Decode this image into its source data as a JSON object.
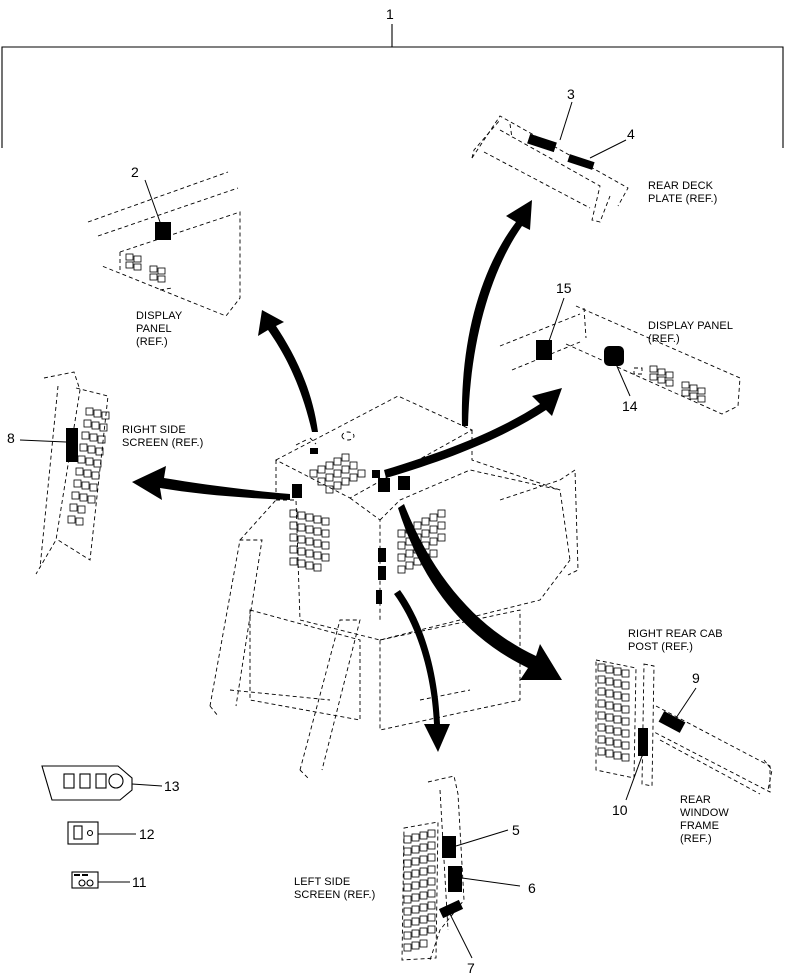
{
  "callouts": [
    "1",
    "2",
    "3",
    "4",
    "5",
    "6",
    "7",
    "8",
    "9",
    "10",
    "11",
    "12",
    "13",
    "14",
    "15"
  ],
  "labels": {
    "display_panel_left": [
      "DISPLAY",
      "PANEL",
      "(REF.)"
    ],
    "rear_deck_plate": [
      "REAR DECK",
      "PLATE (REF.)"
    ],
    "display_panel_right": [
      "DISPLAY PANEL",
      "(REF.)"
    ],
    "right_side_screen": [
      "RIGHT SIDE",
      "SCREEN (REF.)"
    ],
    "right_rear_cab_post": [
      "RIGHT REAR CAB",
      "POST (REF.)"
    ],
    "rear_window_frame": [
      "REAR",
      "WINDOW",
      "FRAME",
      "(REF.)"
    ],
    "left_side_screen": [
      "LEFT SIDE",
      "SCREEN (REF.)"
    ]
  }
}
